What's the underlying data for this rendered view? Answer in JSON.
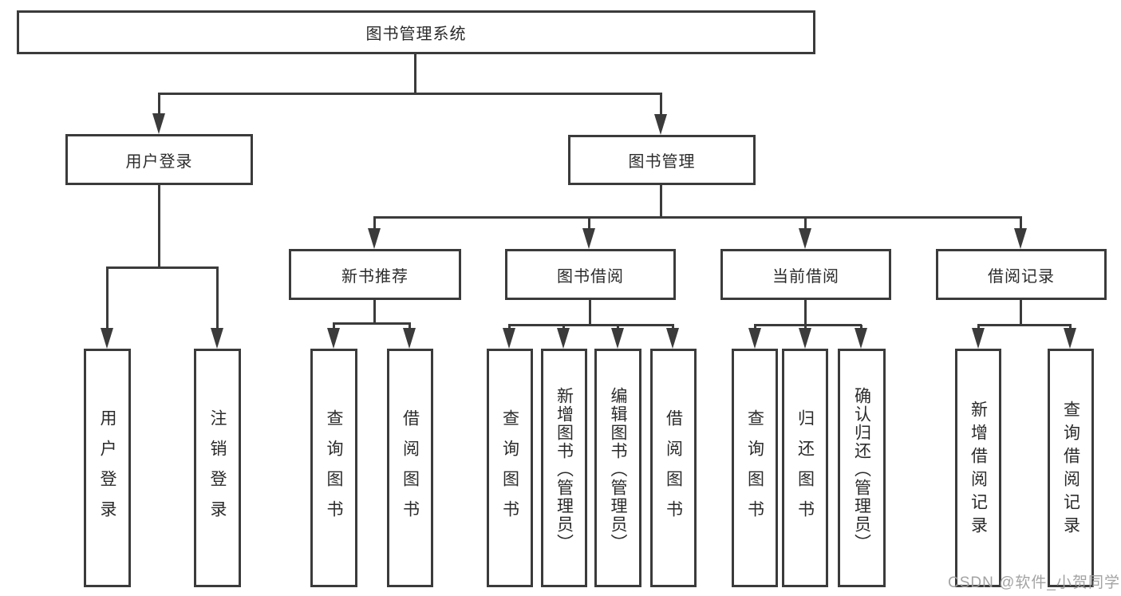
{
  "diagram": {
    "root": {
      "label": "图书管理系统"
    },
    "level2": [
      {
        "label": "用户登录"
      },
      {
        "label": "图书管理"
      }
    ],
    "level3": [
      {
        "label": "新书推荐"
      },
      {
        "label": "图书借阅"
      },
      {
        "label": "当前借阅"
      },
      {
        "label": "借阅记录"
      }
    ],
    "leaves": [
      {
        "label": "用户登录"
      },
      {
        "label": "注销登录"
      },
      {
        "label": "查询图书"
      },
      {
        "label": "借阅图书"
      },
      {
        "label": "查询图书"
      },
      {
        "label": "新增图书（管理员）"
      },
      {
        "label": "编辑图书（管理员）"
      },
      {
        "label": "借阅图书"
      },
      {
        "label": "查询图书"
      },
      {
        "label": "归还图书"
      },
      {
        "label": "确认归还（管理员）"
      },
      {
        "label": "新增借阅记录"
      },
      {
        "label": "查询借阅记录"
      }
    ],
    "edges": [
      [
        "图书管理系统",
        "用户登录"
      ],
      [
        "图书管理系统",
        "图书管理"
      ],
      [
        "用户登录",
        "用户登录"
      ],
      [
        "用户登录",
        "注销登录"
      ],
      [
        "图书管理",
        "新书推荐"
      ],
      [
        "图书管理",
        "图书借阅"
      ],
      [
        "图书管理",
        "当前借阅"
      ],
      [
        "图书管理",
        "借阅记录"
      ],
      [
        "新书推荐",
        "查询图书"
      ],
      [
        "新书推荐",
        "借阅图书"
      ],
      [
        "图书借阅",
        "查询图书"
      ],
      [
        "图书借阅",
        "新增图书（管理员）"
      ],
      [
        "图书借阅",
        "编辑图书（管理员）"
      ],
      [
        "图书借阅",
        "借阅图书"
      ],
      [
        "当前借阅",
        "查询图书"
      ],
      [
        "当前借阅",
        "归还图书"
      ],
      [
        "当前借阅",
        "确认归还（管理员）"
      ],
      [
        "借阅记录",
        "新增借阅记录"
      ],
      [
        "借阅记录",
        "查询借阅记录"
      ]
    ]
  },
  "watermark": {
    "text": "CSDN @软件_小贺同学"
  },
  "colors": {
    "line": "#3b3b3b",
    "text": "#2b2b2b",
    "watermark": "#9e9e9e",
    "background": "#ffffff"
  }
}
